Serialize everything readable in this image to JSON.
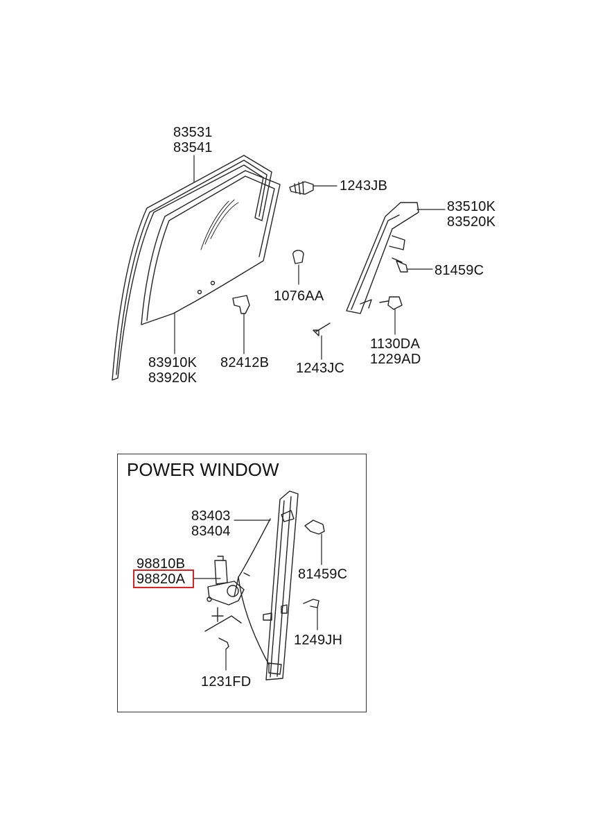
{
  "upper_labels": {
    "door_channel": [
      "83531",
      "83541"
    ],
    "screw_1243jb": "1243JB",
    "rear_channel": [
      "83510K",
      "83520K"
    ],
    "bolt_81459c": "81459C",
    "grommet": "1076AA",
    "bolts_1130": [
      "1130DA",
      "1229AD"
    ],
    "glass": [
      "83910K",
      "83920K"
    ],
    "clip": "82412B",
    "screw_1243jc": "1243JC"
  },
  "power_window": {
    "title": "POWER WINDOW",
    "regulator": [
      "83403",
      "83404"
    ],
    "motor_1": "98810B",
    "motor_2_highlighted": "98820A",
    "bolt_81459c": "81459C",
    "screw_1249jh": "1249JH",
    "screw_1231fd": "1231FD"
  },
  "colors": {
    "highlight": "#e02020",
    "line": "#222222"
  }
}
